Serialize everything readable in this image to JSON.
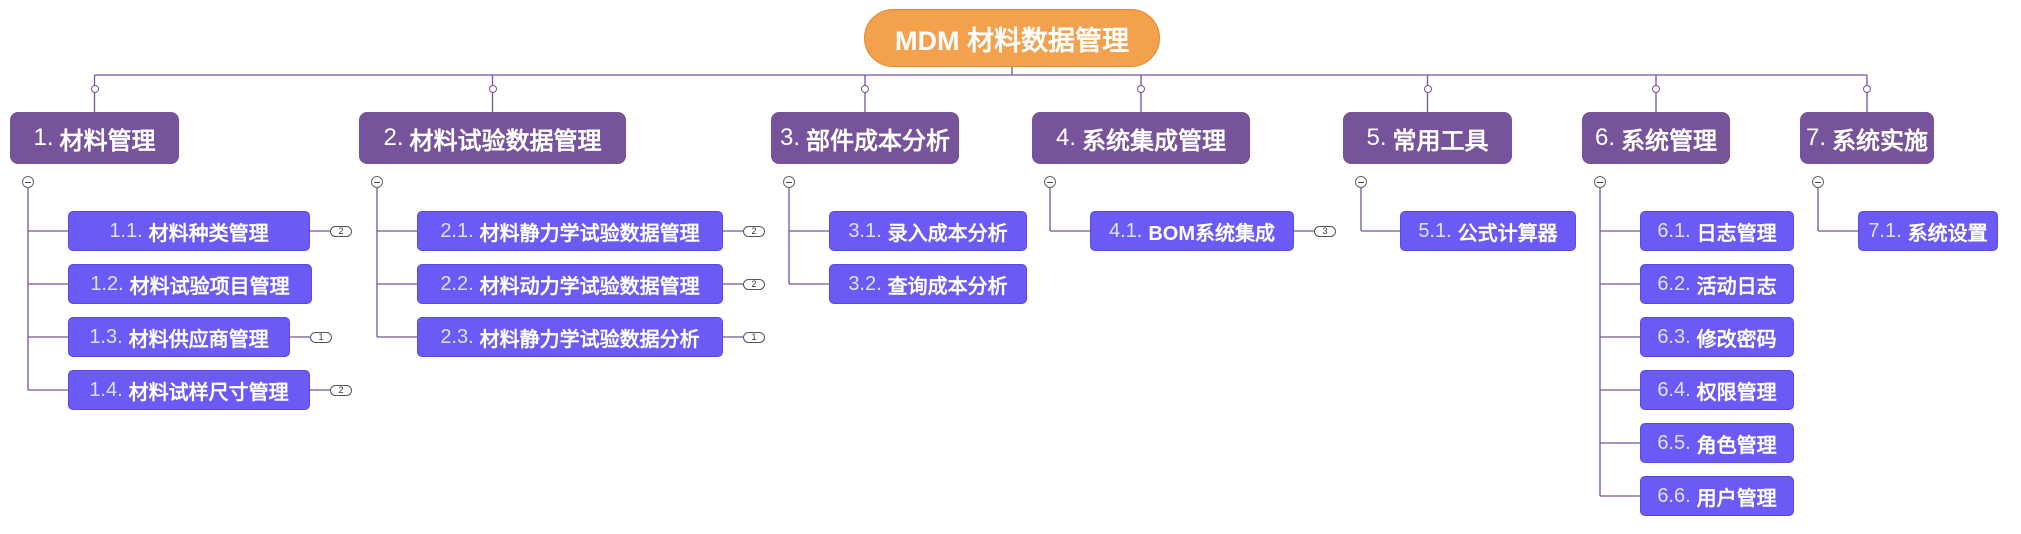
{
  "root": {
    "label": "MDM 材料数据管理"
  },
  "branches": [
    {
      "num": "1.",
      "label": "材料管理",
      "children": [
        {
          "num": "1.1.",
          "label": "材料种类管理",
          "count": "2"
        },
        {
          "num": "1.2.",
          "label": "材料试验项目管理",
          "count": ""
        },
        {
          "num": "1.3.",
          "label": "材料供应商管理",
          "count": "1"
        },
        {
          "num": "1.4.",
          "label": "材料试样尺寸管理",
          "count": "2"
        }
      ]
    },
    {
      "num": "2.",
      "label": "材料试验数据管理",
      "children": [
        {
          "num": "2.1.",
          "label": "材料静力学试验数据管理",
          "count": "2"
        },
        {
          "num": "2.2.",
          "label": "材料动力学试验数据管理",
          "count": "2"
        },
        {
          "num": "2.3.",
          "label": "材料静力学试验数据分析",
          "count": "1"
        }
      ]
    },
    {
      "num": "3.",
      "label": "部件成本分析",
      "children": [
        {
          "num": "3.1.",
          "label": "录入成本分析",
          "count": ""
        },
        {
          "num": "3.2.",
          "label": "查询成本分析",
          "count": ""
        }
      ]
    },
    {
      "num": "4.",
      "label": "系统集成管理",
      "children": [
        {
          "num": "4.1.",
          "label": "BOM系统集成",
          "count": "3"
        }
      ]
    },
    {
      "num": "5.",
      "label": "常用工具",
      "children": [
        {
          "num": "5.1.",
          "label": "公式计算器",
          "count": ""
        }
      ]
    },
    {
      "num": "6.",
      "label": "系统管理",
      "children": [
        {
          "num": "6.1.",
          "label": "日志管理",
          "count": ""
        },
        {
          "num": "6.2.",
          "label": "活动日志",
          "count": ""
        },
        {
          "num": "6.3.",
          "label": "修改密码",
          "count": ""
        },
        {
          "num": "6.4.",
          "label": "权限管理",
          "count": ""
        },
        {
          "num": "6.5.",
          "label": "角色管理",
          "count": ""
        },
        {
          "num": "6.6.",
          "label": "用户管理",
          "count": ""
        }
      ]
    },
    {
      "num": "7.",
      "label": "系统实施",
      "children": [
        {
          "num": "7.1.",
          "label": "系统设置",
          "count": ""
        }
      ]
    }
  ],
  "colors": {
    "root_fill": "#f4a14e",
    "category_fill": "#76539b",
    "item_fill": "#6b5af5",
    "connector": "#76539b"
  }
}
